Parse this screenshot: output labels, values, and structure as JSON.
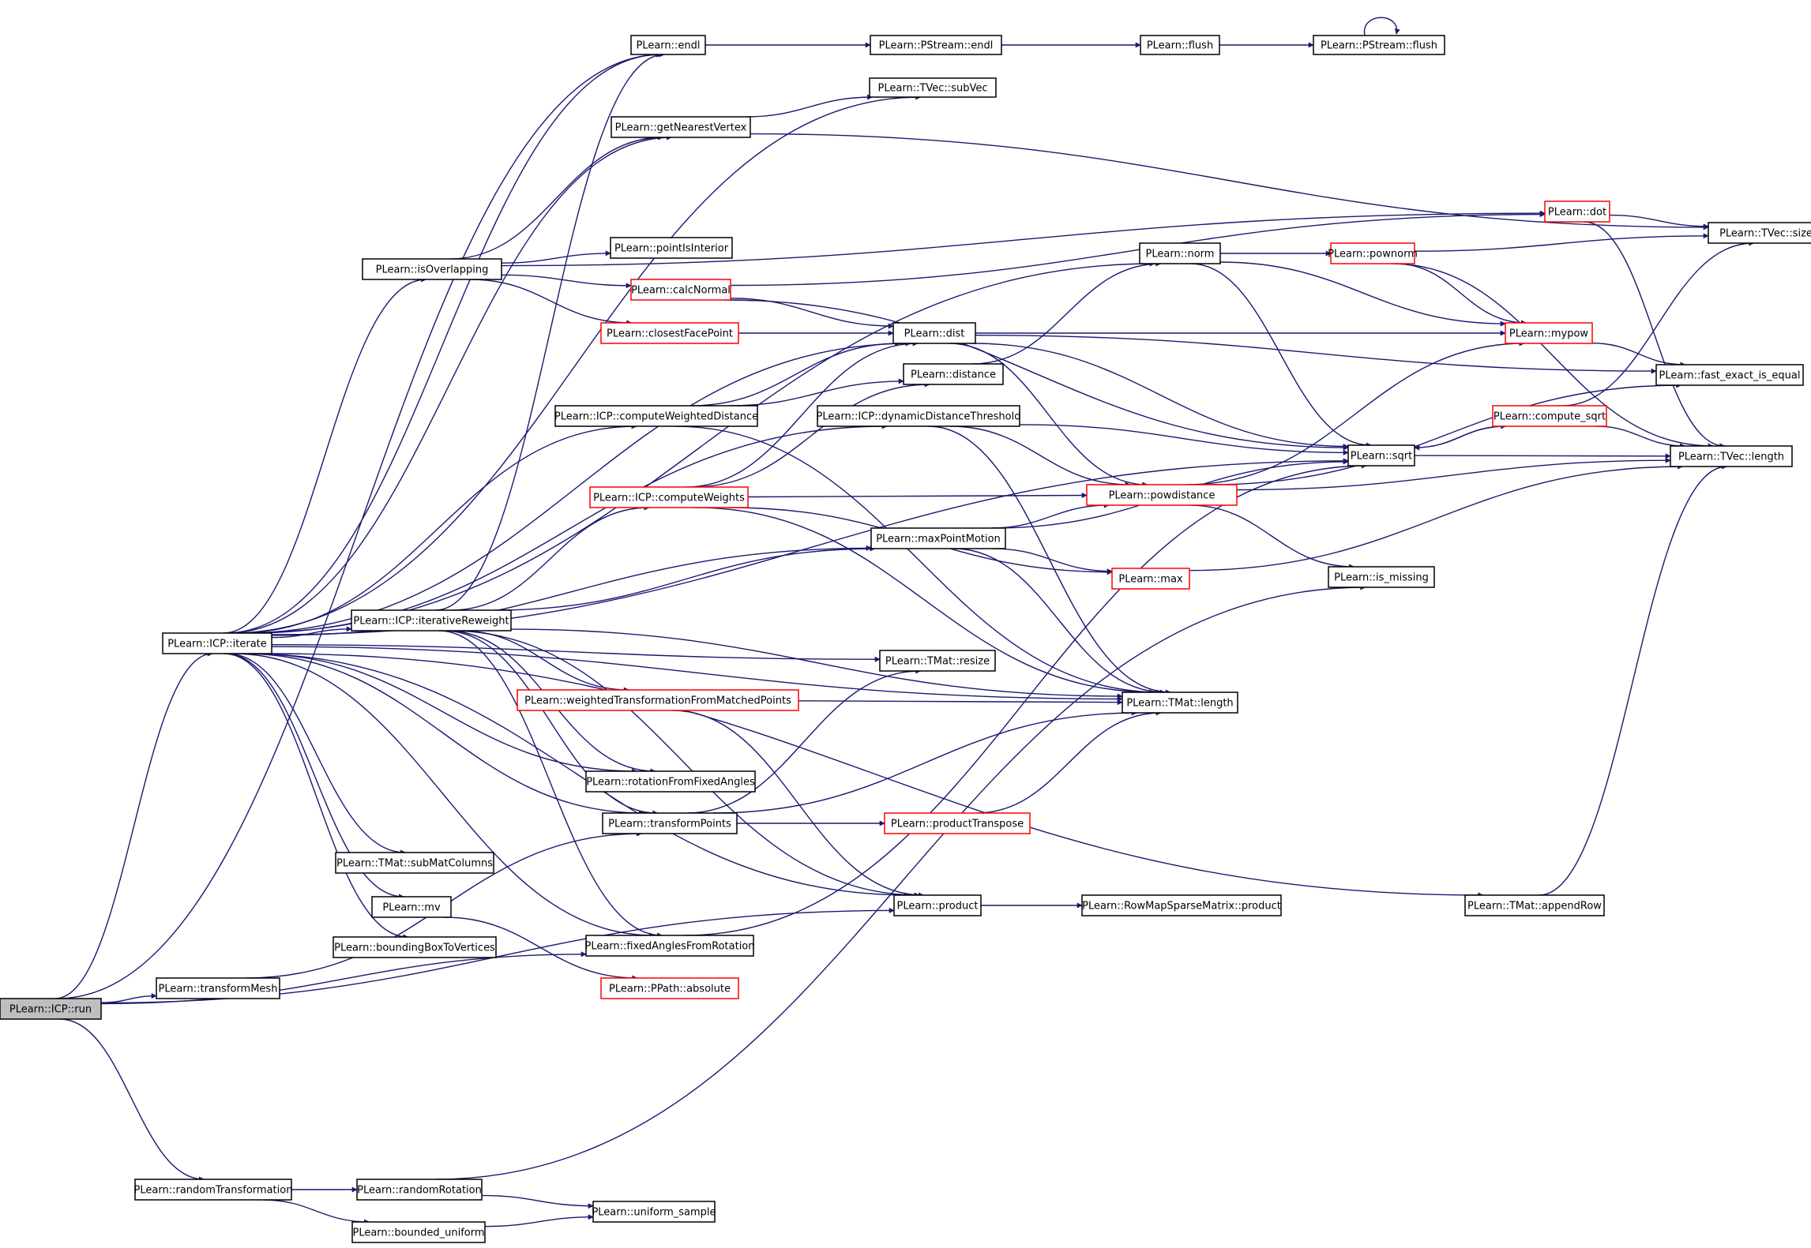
{
  "graph": {
    "colors": {
      "edge": "#191970",
      "node_border": "#000000",
      "node_border_warning": "#ff0000",
      "root_fill": "#bfbfbf",
      "node_fill": "#ffffff"
    },
    "nodes": [
      {
        "id": "run",
        "label": "PLearn::ICP::run",
        "style": "root"
      },
      {
        "id": "endl",
        "label": "PLearn::endl",
        "style": "normal"
      },
      {
        "id": "pendl",
        "label": "PLearn::PStream::endl",
        "style": "normal"
      },
      {
        "id": "flush",
        "label": "PLearn::flush",
        "style": "normal"
      },
      {
        "id": "pflush",
        "label": "PLearn::PStream::flush",
        "style": "normal"
      },
      {
        "id": "subvec",
        "label": "PLearn::TVec::subVec",
        "style": "normal"
      },
      {
        "id": "gnv",
        "label": "PLearn::getNearestVertex",
        "style": "normal"
      },
      {
        "id": "dot",
        "label": "PLearn::dot",
        "style": "warning"
      },
      {
        "id": "tvsize",
        "label": "PLearn::TVec::size",
        "style": "normal"
      },
      {
        "id": "isover",
        "label": "PLearn::isOverlapping",
        "style": "normal"
      },
      {
        "id": "pii",
        "label": "PLearn::pointIsInterior",
        "style": "normal"
      },
      {
        "id": "norm",
        "label": "PLearn::norm",
        "style": "normal"
      },
      {
        "id": "pownorm",
        "label": "PLearn::pownorm",
        "style": "warning"
      },
      {
        "id": "calcn",
        "label": "PLearn::calcNormal",
        "style": "warning"
      },
      {
        "id": "cfp",
        "label": "PLearn::closestFacePoint",
        "style": "warning"
      },
      {
        "id": "dist",
        "label": "PLearn::dist",
        "style": "normal"
      },
      {
        "id": "mypow",
        "label": "PLearn::mypow",
        "style": "warning"
      },
      {
        "id": "feie",
        "label": "PLearn::fast_exact_is_equal",
        "style": "normal"
      },
      {
        "id": "distance",
        "label": "PLearn::distance",
        "style": "normal"
      },
      {
        "id": "cwd",
        "label": "PLearn::ICP::computeWeightedDistance",
        "style": "normal"
      },
      {
        "id": "ddt",
        "label": "PLearn::ICP::dynamicDistanceThreshold",
        "style": "normal"
      },
      {
        "id": "csqrt",
        "label": "PLearn::compute_sqrt",
        "style": "warning"
      },
      {
        "id": "sqrt",
        "label": "PLearn::sqrt",
        "style": "normal"
      },
      {
        "id": "tvlen",
        "label": "PLearn::TVec::length",
        "style": "normal"
      },
      {
        "id": "cw",
        "label": "PLearn::ICP::computeWeights",
        "style": "warning"
      },
      {
        "id": "powd",
        "label": "PLearn::powdistance",
        "style": "warning"
      },
      {
        "id": "mpm",
        "label": "PLearn::maxPointMotion",
        "style": "normal"
      },
      {
        "id": "max",
        "label": "PLearn::max",
        "style": "warning"
      },
      {
        "id": "ismiss",
        "label": "PLearn::is_missing",
        "style": "normal"
      },
      {
        "id": "iterate",
        "label": "PLearn::ICP::iterate",
        "style": "normal"
      },
      {
        "id": "irw",
        "label": "PLearn::ICP::iterativeReweight",
        "style": "normal"
      },
      {
        "id": "tmresize",
        "label": "PLearn::TMat::resize",
        "style": "normal"
      },
      {
        "id": "wtf",
        "label": "PLearn::weightedTransformationFromMatchedPoints",
        "style": "warning"
      },
      {
        "id": "tmlen",
        "label": "PLearn::TMat::length",
        "style": "normal"
      },
      {
        "id": "rffa",
        "label": "PLearn::rotationFromFixedAngles",
        "style": "normal"
      },
      {
        "id": "tp",
        "label": "PLearn::transformPoints",
        "style": "normal"
      },
      {
        "id": "ptr",
        "label": "PLearn::productTranspose",
        "style": "warning"
      },
      {
        "id": "smc",
        "label": "PLearn::TMat::subMatColumns",
        "style": "normal"
      },
      {
        "id": "mv",
        "label": "PLearn::mv",
        "style": "normal"
      },
      {
        "id": "product",
        "label": "PLearn::product",
        "style": "normal"
      },
      {
        "id": "rmsp",
        "label": "PLearn::RowMapSparseMatrix::product",
        "style": "normal"
      },
      {
        "id": "appendrow",
        "label": "PLearn::TMat::appendRow",
        "style": "normal"
      },
      {
        "id": "bbtv",
        "label": "PLearn::boundingBoxToVertices",
        "style": "normal"
      },
      {
        "id": "fafr",
        "label": "PLearn::fixedAnglesFromRotation",
        "style": "normal"
      },
      {
        "id": "tmesh",
        "label": "PLearn::transformMesh",
        "style": "normal"
      },
      {
        "id": "pabs",
        "label": "PLearn::PPath::absolute",
        "style": "warning"
      },
      {
        "id": "rtrans",
        "label": "PLearn::randomTransformation",
        "style": "normal"
      },
      {
        "id": "rrot",
        "label": "PLearn::randomRotation",
        "style": "normal"
      },
      {
        "id": "unis",
        "label": "PLearn::uniform_sample",
        "style": "normal"
      },
      {
        "id": "bunif",
        "label": "PLearn::bounded_uniform",
        "style": "normal"
      }
    ],
    "edges": [
      [
        "run",
        "endl"
      ],
      [
        "run",
        "iterate"
      ],
      [
        "run",
        "tmesh"
      ],
      [
        "run",
        "fafr"
      ],
      [
        "run",
        "product"
      ],
      [
        "run",
        "rtrans"
      ],
      [
        "endl",
        "pendl"
      ],
      [
        "pendl",
        "flush"
      ],
      [
        "flush",
        "pflush"
      ],
      [
        "pflush",
        "pflush"
      ],
      [
        "gnv",
        "subvec"
      ],
      [
        "gnv",
        "tvsize"
      ],
      [
        "isover",
        "gnv"
      ],
      [
        "isover",
        "dot"
      ],
      [
        "isover",
        "pii"
      ],
      [
        "isover",
        "calcn"
      ],
      [
        "isover",
        "cfp"
      ],
      [
        "calcn",
        "dot"
      ],
      [
        "calcn",
        "dist"
      ],
      [
        "calcn",
        "sqrt"
      ],
      [
        "cfp",
        "dist"
      ],
      [
        "dot",
        "tvsize"
      ],
      [
        "dot",
        "tvlen"
      ],
      [
        "norm",
        "pownorm"
      ],
      [
        "norm",
        "mypow"
      ],
      [
        "norm",
        "sqrt"
      ],
      [
        "pownorm",
        "tvsize"
      ],
      [
        "pownorm",
        "mypow"
      ],
      [
        "pownorm",
        "tvlen"
      ],
      [
        "dist",
        "mypow"
      ],
      [
        "dist",
        "feie"
      ],
      [
        "dist",
        "sqrt"
      ],
      [
        "dist",
        "powd"
      ],
      [
        "mypow",
        "feie"
      ],
      [
        "distance",
        "norm"
      ],
      [
        "cwd",
        "dist"
      ],
      [
        "cwd",
        "distance"
      ],
      [
        "cwd",
        "tmlen"
      ],
      [
        "ddt",
        "sqrt"
      ],
      [
        "ddt",
        "powd"
      ],
      [
        "ddt",
        "tmlen"
      ],
      [
        "sqrt",
        "csqrt"
      ],
      [
        "sqrt",
        "tvlen"
      ],
      [
        "csqrt",
        "sqrt"
      ],
      [
        "csqrt",
        "tvsize"
      ],
      [
        "csqrt",
        "tvlen"
      ],
      [
        "cw",
        "dist"
      ],
      [
        "cw",
        "distance"
      ],
      [
        "cw",
        "powd"
      ],
      [
        "cw",
        "max"
      ],
      [
        "cw",
        "tmlen"
      ],
      [
        "powd",
        "mypow"
      ],
      [
        "powd",
        "feie"
      ],
      [
        "powd",
        "tvlen"
      ],
      [
        "powd",
        "ismiss"
      ],
      [
        "mpm",
        "powd"
      ],
      [
        "mpm",
        "sqrt"
      ],
      [
        "mpm",
        "max"
      ],
      [
        "mpm",
        "tmlen"
      ],
      [
        "max",
        "tvlen"
      ],
      [
        "iterate",
        "endl"
      ],
      [
        "iterate",
        "subvec"
      ],
      [
        "iterate",
        "gnv"
      ],
      [
        "iterate",
        "norm"
      ],
      [
        "iterate",
        "isover"
      ],
      [
        "iterate",
        "dist"
      ],
      [
        "iterate",
        "cwd"
      ],
      [
        "iterate",
        "ddt"
      ],
      [
        "iterate",
        "mpm"
      ],
      [
        "iterate",
        "irw"
      ],
      [
        "iterate",
        "tmresize"
      ],
      [
        "iterate",
        "rffa"
      ],
      [
        "iterate",
        "tp"
      ],
      [
        "iterate",
        "tmlen"
      ],
      [
        "iterate",
        "smc"
      ],
      [
        "iterate",
        "mv"
      ],
      [
        "iterate",
        "product"
      ],
      [
        "iterate",
        "bbtv"
      ],
      [
        "iterate",
        "fafr"
      ],
      [
        "iterate",
        "sqrt"
      ],
      [
        "iterate",
        "appendrow"
      ],
      [
        "irw",
        "endl"
      ],
      [
        "irw",
        "cw"
      ],
      [
        "irw",
        "mpm"
      ],
      [
        "irw",
        "wtf"
      ],
      [
        "irw",
        "tmlen"
      ],
      [
        "irw",
        "rffa"
      ],
      [
        "irw",
        "tp"
      ],
      [
        "irw",
        "product"
      ],
      [
        "irw",
        "fafr"
      ],
      [
        "wtf",
        "tmlen"
      ],
      [
        "wtf",
        "product"
      ],
      [
        "tp",
        "tmresize"
      ],
      [
        "tp",
        "tmlen"
      ],
      [
        "tp",
        "ptr"
      ],
      [
        "ptr",
        "tmlen"
      ],
      [
        "mv",
        "pabs"
      ],
      [
        "product",
        "rmsp"
      ],
      [
        "fafr",
        "sqrt"
      ],
      [
        "appendrow",
        "tvlen"
      ],
      [
        "tmesh",
        "tp"
      ],
      [
        "rtrans",
        "rrot"
      ],
      [
        "rtrans",
        "bunif"
      ],
      [
        "rrot",
        "ismiss"
      ],
      [
        "rrot",
        "unis"
      ],
      [
        "bunif",
        "unis"
      ]
    ]
  }
}
